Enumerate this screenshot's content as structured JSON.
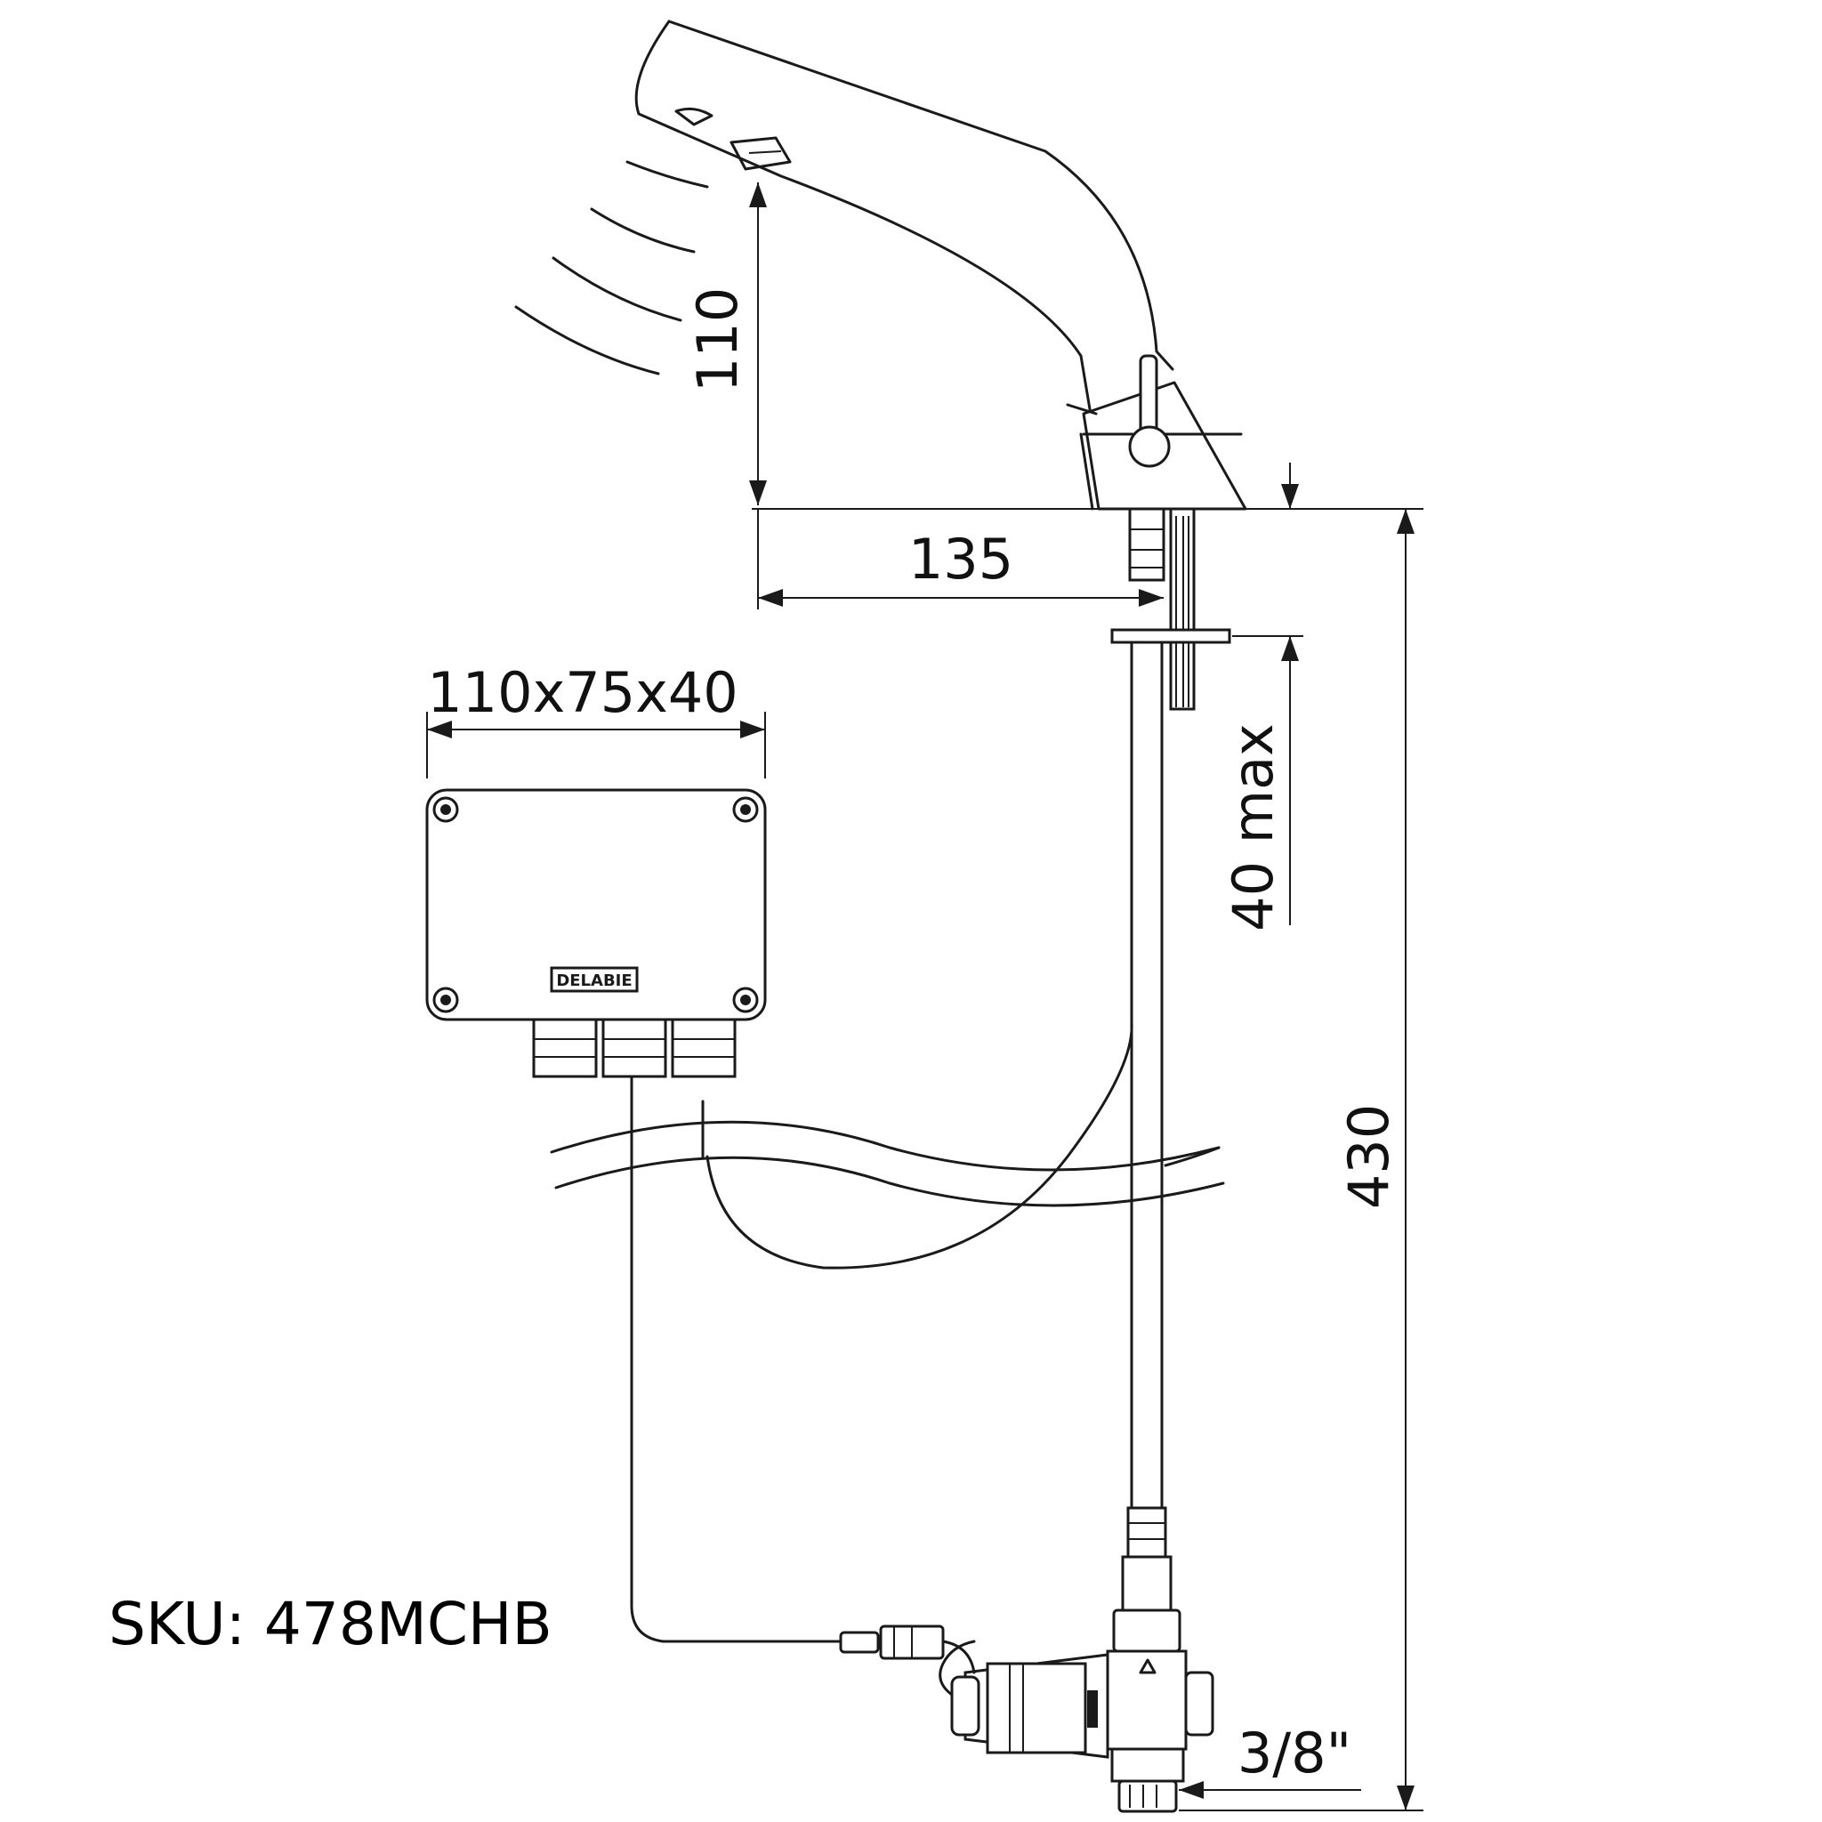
{
  "dimensions": {
    "spout_height": "110",
    "spout_reach": "135",
    "box_size": "110x75x40",
    "deck_thickness": "40 max",
    "total_height": "430",
    "thread": "3/8\""
  },
  "sku_label": "SKU: 478MCHB",
  "brand_logo": "DELABIE",
  "colors": {
    "line": "#1a1a1a",
    "background": "#ffffff"
  }
}
